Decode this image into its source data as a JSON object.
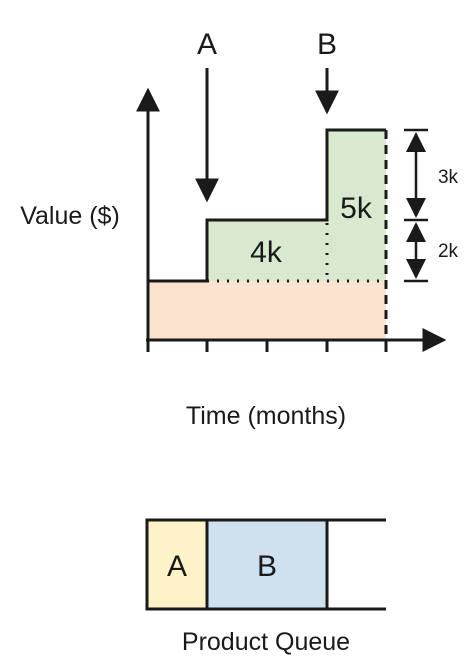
{
  "diagram": {
    "y_axis_label": "Value ($)",
    "x_axis_label": "Time (months)",
    "event_a_label": "A",
    "event_b_label": "B",
    "step_a_value": "4k",
    "step_b_value": "5k",
    "dim_upper_label": "3k",
    "dim_lower_label": "2k",
    "colors": {
      "base_fill": "#fbe3cf",
      "gain_fill": "#d8e9cf",
      "line": "#1a1a1a"
    }
  },
  "queue": {
    "caption": "Product Queue",
    "item_a_label": "A",
    "item_b_label": "B",
    "colors": {
      "item_a_fill": "#fdf2c8",
      "item_b_fill": "#cfe0ef"
    }
  }
}
